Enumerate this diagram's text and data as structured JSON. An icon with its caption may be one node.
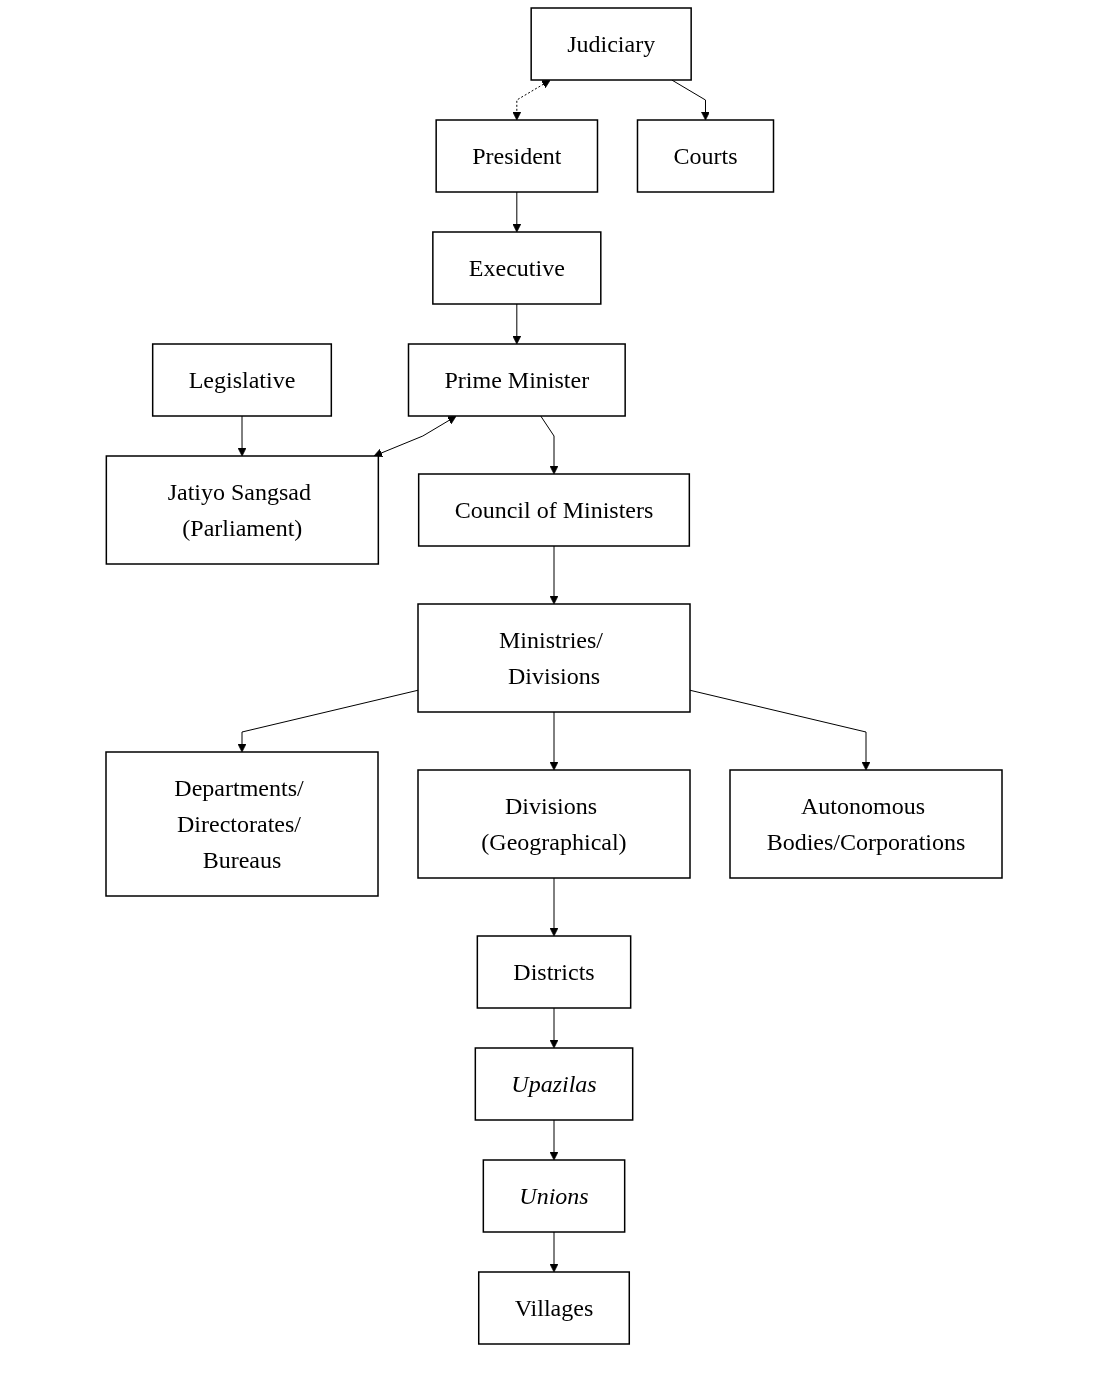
{
  "diagram": {
    "nodes": [
      {
        "text": [
          "President"
        ]
      },
      {
        "text": [
          "Judiciary"
        ]
      },
      {
        "text": [
          "Executive"
        ]
      },
      {
        "text": [
          "Legislative"
        ]
      },
      {
        "text": [
          "Courts"
        ]
      },
      {
        "text": [
          "Prime Minister"
        ]
      },
      {
        "text": [
          "Jatiyo Sangsad (Parliament)"
        ]
      },
      {
        "text": [
          "Council of Ministers"
        ]
      },
      {
        "text": [
          "Ministries/ Divisions"
        ]
      },
      {
        "text": [
          "Departments/ Directorates/ Bureaus"
        ]
      },
      {
        "text": [
          "Divisions (Geographical)"
        ]
      },
      {
        "text": [
          "Autonomous Bodies/Corporations"
        ]
      },
      {
        "text": [
          "Districts"
        ]
      },
      {
        "text": [
          "Upazilas"
        ]
      },
      {
        "text": [
          "Unions"
        ]
      },
      {
        "text": [
          "Villages"
        ]
      }
    ],
    "edges": [
      {
        "from": 1,
        "to": 0,
        "arrow": "both",
        "style": "dashed"
      },
      {
        "from": 0,
        "to": 2,
        "arrow": "to"
      },
      {
        "from": 1,
        "to": 4,
        "arrow": "to"
      },
      {
        "from": 2,
        "to": 5,
        "arrow": "to"
      },
      {
        "from": 3,
        "to": 6,
        "arrow": "to"
      },
      {
        "from": 5,
        "to": 6,
        "arrow": "both"
      },
      {
        "from": 5,
        "to": 7,
        "arrow": "to"
      },
      {
        "from": 7,
        "to": 8,
        "arrow": "to"
      },
      {
        "from": 8,
        "to": 9,
        "arrow": "to"
      },
      {
        "from": 8,
        "to": 10,
        "arrow": "to"
      },
      {
        "from": 8,
        "to": 11,
        "arrow": "to"
      },
      {
        "from": 10,
        "to": 12,
        "arrow": "to"
      },
      {
        "from": 12,
        "to": 13,
        "arrow": "to"
      },
      {
        "from": 13,
        "to": 14,
        "arrow": "to"
      },
      {
        "from": 14,
        "to": 15,
        "arrow": "to"
      }
    ]
  }
}
